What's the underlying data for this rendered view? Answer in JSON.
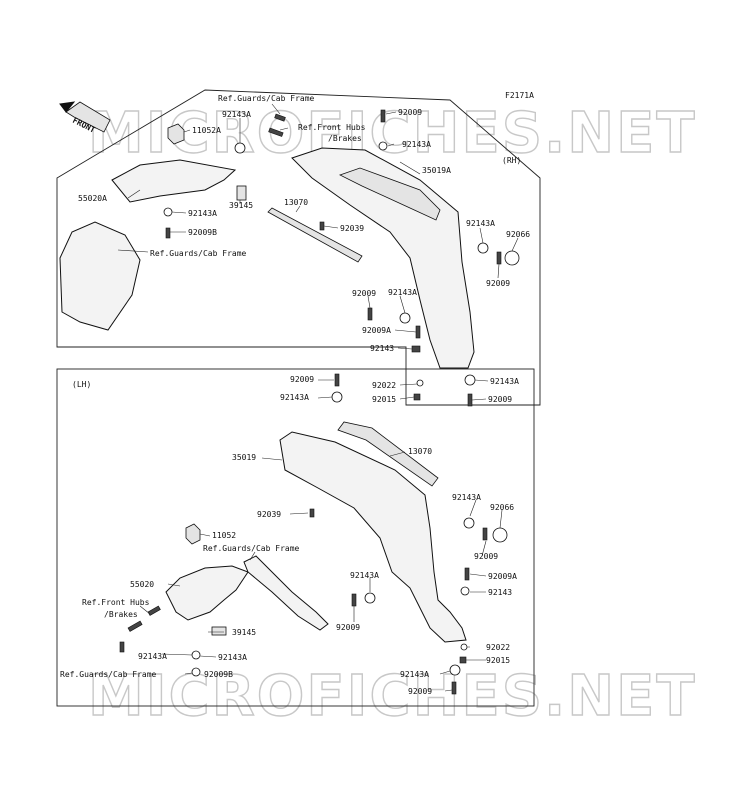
{
  "diagram_code": "F2171A",
  "watermark_text": "MICROFICHES.NET",
  "front_label": "FRONT",
  "rh_panel": {
    "side_label": "(RH)",
    "callouts": [
      "Ref.Guards/Cab Frame",
      "92143A",
      "92009",
      "11052A",
      "Ref.Front Hubs",
      "/Brakes",
      "92143A",
      "35019A",
      "(RH)",
      "55020A",
      "92143A",
      "39145",
      "13070",
      "92009B",
      "92039",
      "Ref.Guards/Cab Frame",
      "92143A",
      "92066",
      "92009",
      "92009",
      "92143A",
      "92009A",
      "92143",
      "92022",
      "92143A",
      "92015",
      "92009"
    ]
  },
  "lh_panel": {
    "side_label": "(LH)",
    "callouts": [
      "92009",
      "92143A",
      "13070",
      "35019",
      "92143A",
      "92066",
      "92039",
      "11052",
      "Ref.Guards/Cab Frame",
      "92009",
      "92009A",
      "55020",
      "92143A",
      "92143",
      "Ref.Front Hubs",
      "/Brakes",
      "39145",
      "92009",
      "92022",
      "92143A",
      "92143A",
      "92015",
      "Ref.Guards/Cab Frame",
      "92009B",
      "92143A",
      "92009"
    ]
  }
}
